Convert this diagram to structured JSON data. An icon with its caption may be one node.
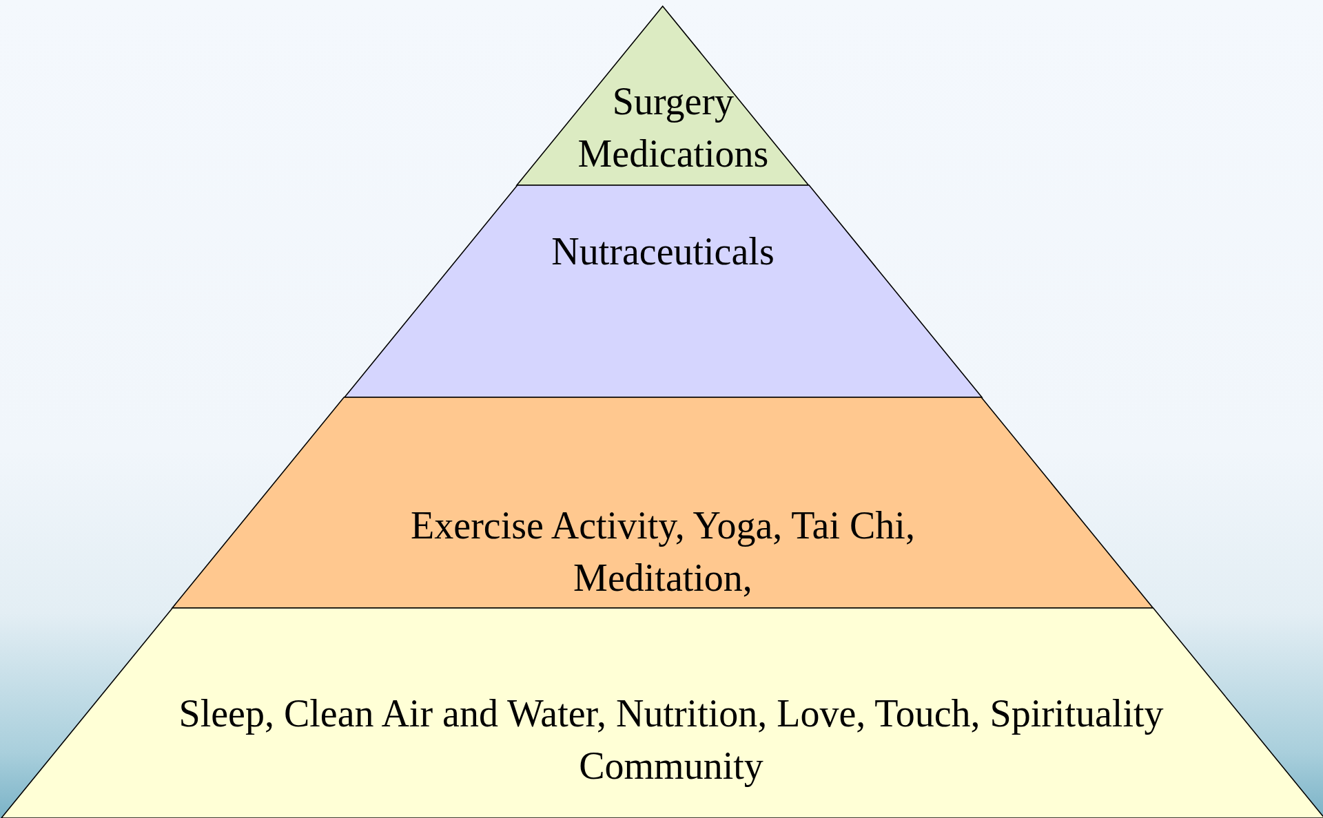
{
  "diagram": {
    "nodes": [
      {
        "text": [
          "Surgery Medications"
        ]
      },
      {
        "text": [
          "Nutraceuticals"
        ]
      },
      {
        "text": [
          "Exercise Activity, Yoga, Tai Chi, Meditation,"
        ]
      },
      {
        "text": [
          "Sleep, Clean Air and Water, Nutrition, Love, Touch, Spirituality Community"
        ]
      }
    ]
  }
}
